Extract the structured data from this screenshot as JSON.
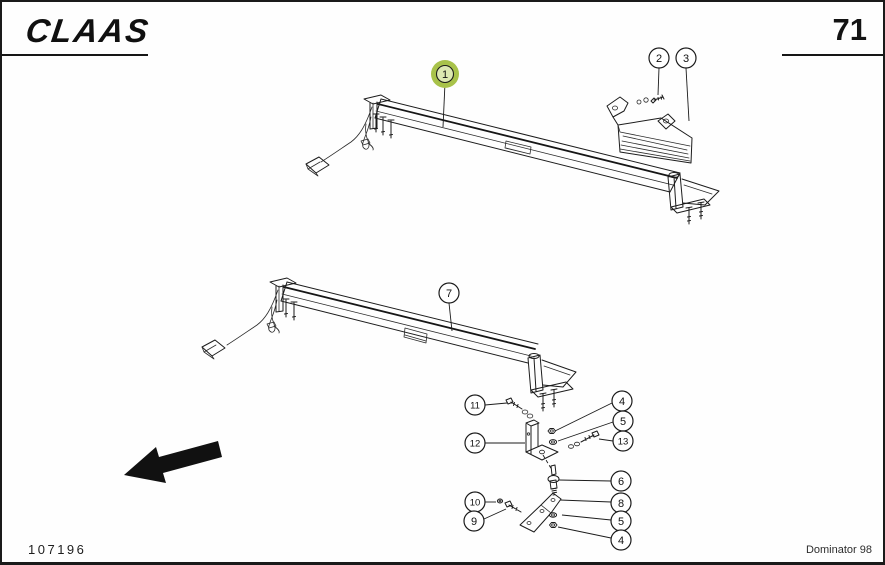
{
  "header": {
    "brand": "CLAAS",
    "page_number": "71"
  },
  "footer": {
    "document_number": "107196",
    "model_label": "Dominator 98"
  },
  "colors": {
    "highlight_marker": "#a8c24a",
    "highlight_inner": "#dce8b0",
    "ink": "#1c1c1c",
    "paper": "#fefefe"
  },
  "callouts": [
    {
      "id": "1",
      "label": "1",
      "highlighted": true
    },
    {
      "id": "2",
      "label": "2"
    },
    {
      "id": "3",
      "label": "3"
    },
    {
      "id": "7",
      "label": "7"
    },
    {
      "id": "11",
      "label": "11"
    },
    {
      "id": "12",
      "label": "12"
    },
    {
      "id": "4a",
      "label": "4"
    },
    {
      "id": "5a",
      "label": "5"
    },
    {
      "id": "13",
      "label": "13"
    },
    {
      "id": "6",
      "label": "6"
    },
    {
      "id": "8",
      "label": "8"
    },
    {
      "id": "10",
      "label": "10"
    },
    {
      "id": "9",
      "label": "9"
    },
    {
      "id": "5b",
      "label": "5"
    },
    {
      "id": "4b",
      "label": "4"
    }
  ]
}
